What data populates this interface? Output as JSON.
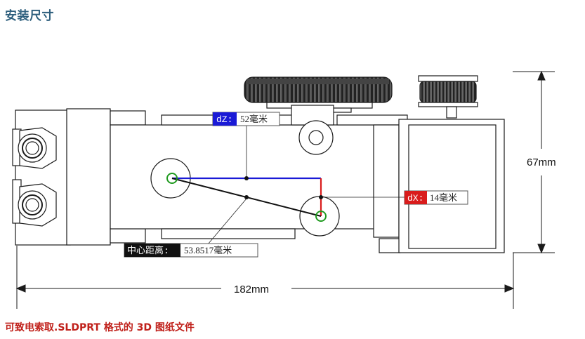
{
  "title": "安装尺寸",
  "footer": "可致电索取.SLDPRT 格式的 3D 图纸文件",
  "dimensions": {
    "height": "67mm",
    "width": "182mm"
  },
  "measurements": {
    "dz": {
      "key": "dZ:",
      "value": "52毫米",
      "color": "#1a1ad6"
    },
    "dx": {
      "key": "dX:",
      "value": "14毫米",
      "color": "#d91c1c"
    },
    "distance": {
      "key": "中心距离:",
      "value": "53.8517毫米",
      "color": "#111111"
    }
  },
  "colors": {
    "title": "#2e5f7d",
    "footer": "#c0201a",
    "line_blue": "#1a1ad6",
    "line_red": "#d91c1c",
    "center_mark": "#1f9a1f"
  }
}
